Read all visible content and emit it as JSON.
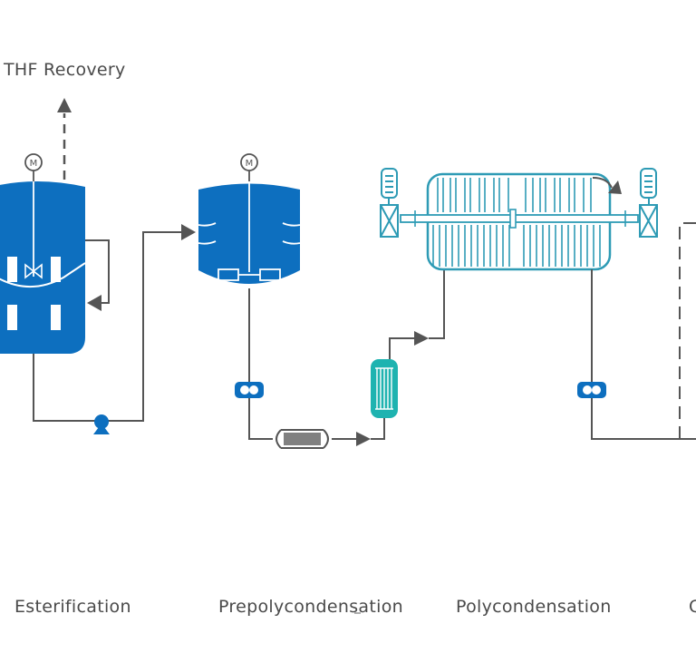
{
  "labels": {
    "thf_recovery": "THF Recovery",
    "esterification": "Esterification",
    "prepolycondensation": "Prepolycondensation",
    "polycondensation": "Polycondensation",
    "next_stage_partial": "C"
  },
  "motor_symbol": "M",
  "colors": {
    "reactor_blue": "#0d6fbf",
    "equipment_teal": "#2e9bb5",
    "cooler_teal": "#1eb3b0",
    "line_gray": "#555555",
    "filter_gray": "#808080",
    "text": "#4a4a4a"
  },
  "icons": [
    "motor-icon",
    "pump-icon",
    "gear-pump-icon",
    "filter-icon",
    "heat-exchanger-icon",
    "arrow-icon",
    "agitator-icon"
  ]
}
